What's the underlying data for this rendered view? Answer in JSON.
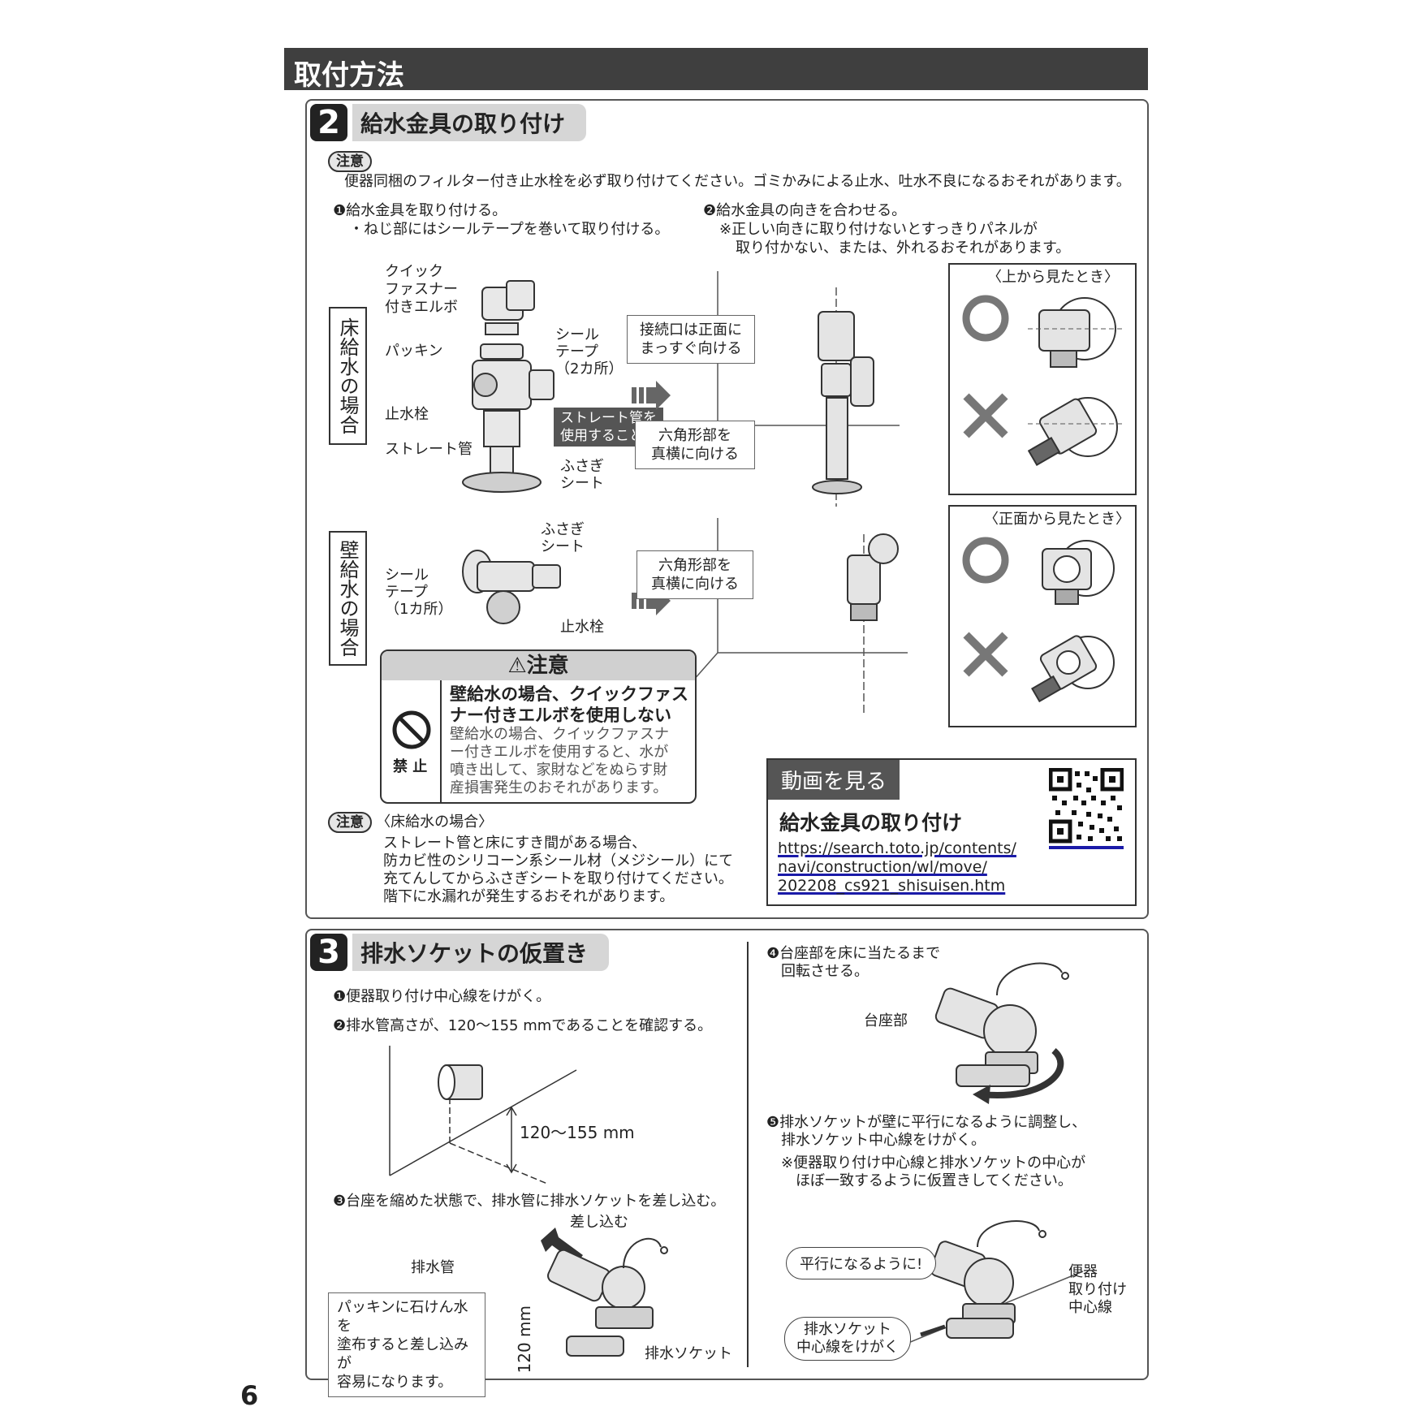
{
  "header": {
    "title": "取付方法"
  },
  "section2": {
    "number": "2",
    "title": "給水金具の取り付け",
    "note_label": "注意",
    "note_text": "便器同梱のフィルター付き止水栓を必ず取り付けてください。ゴミかみによる止水、吐水不良になるおそれがあります。",
    "step1": {
      "title": "❶給水金具を取り付ける。",
      "sub": "・ねじ部にはシールテープを巻いて取り付ける。"
    },
    "step2": {
      "title": "❷給水金具の向きを合わせる。",
      "sub1": "※正しい向きに取り付けないとすっきりパネルが",
      "sub2": "取り付かない、または、外れるおそれがあります。"
    },
    "floor": {
      "side_label": "床給水の場合",
      "labels": {
        "elbow1": "クイック",
        "elbow2": "ファスナー",
        "elbow3": "付きエルボ",
        "packing": "パッキン",
        "seal1": "シール",
        "seal2": "テープ",
        "seal3": "（2カ所）",
        "stopcock": "止水栓",
        "straight": "ストレート管",
        "must1": "ストレート管を",
        "must2": "使用すること",
        "cap1": "ふさぎ",
        "cap2": "シート"
      },
      "callout_port1": "接続口は正面に",
      "callout_port2": "まっすぐ向ける",
      "callout_hex1": "六角形部を",
      "callout_hex2": "真横に向ける",
      "view_label": "〈上から見たとき〉"
    },
    "wall": {
      "side_label": "壁給水の場合",
      "labels": {
        "cap1": "ふさぎ",
        "cap2": "シート",
        "seal1": "シール",
        "seal2": "テープ",
        "seal3": "（1カ所）",
        "stopcock": "止水栓"
      },
      "callout_hex1": "六角形部を",
      "callout_hex2": "真横に向ける",
      "view_label": "〈正面から見たとき〉"
    },
    "warning": {
      "head": "注意",
      "prohibit": "禁 止",
      "bold1": "壁給水の場合、クイックファス",
      "bold2": "ナー付きエルボを使用しない",
      "body1": "壁給水の場合、クイックファスナ",
      "body2": "ー付きエルボを使用すると、水が",
      "body3": "噴き出して、家財などをぬらす財",
      "body4": "産損害発生のおそれがあります。"
    },
    "note2": {
      "label": "注意",
      "heading": "〈床給水の場合〉",
      "line1": "ストレート管と床にすき間がある場合、",
      "line2": "防カビ性のシリコーン系シール材（メジシール）にて",
      "line3": "充てんしてからふさぎシートを取り付けてください。",
      "line4": "階下に水漏れが発生するおそれがあります。"
    },
    "video": {
      "tag": "動画を見る",
      "title": "給水金具の取り付け",
      "url1": "https://search.toto.jp/contents/",
      "url2": "navi/construction/wl/move/",
      "url3": "202208_cs921_shisuisen.htm"
    }
  },
  "section3": {
    "number": "3",
    "title": "排水ソケットの仮置き",
    "step1": "❶便器取り付け中心線をけがく。",
    "step2": "❷排水管高さが、120～155 mmであることを確認する。",
    "dim_label": "120～155 mm",
    "step3": "❸台座を縮めた状態で、排水管に排水ソケットを差し込む。",
    "insert_label": "差し込む",
    "drain_pipe": "排水管",
    "tip1": "パッキンに石けん水を",
    "tip2": "塗布すると差し込みが",
    "tip3": "容易になります。",
    "height_label": "120 mm",
    "socket_label": "排水ソケット",
    "step4a": "❹台座部を床に当たるまで",
    "step4b": "回転させる。",
    "base_label": "台座部",
    "step5a": "❺排水ソケットが壁に平行になるように調整し、",
    "step5b": "排水ソケット中心線をけがく。",
    "step5c": "※便器取り付け中心線と排水ソケットの中心が",
    "step5d": "ほぼ一致するように仮置きしてください。",
    "bubble_parallel": "平行になるように!",
    "bubble_mark1": "排水ソケット",
    "bubble_mark2": "中心線をけがく",
    "center1": "便器",
    "center2": "取り付け",
    "center3": "中心線"
  },
  "page_number": "6"
}
